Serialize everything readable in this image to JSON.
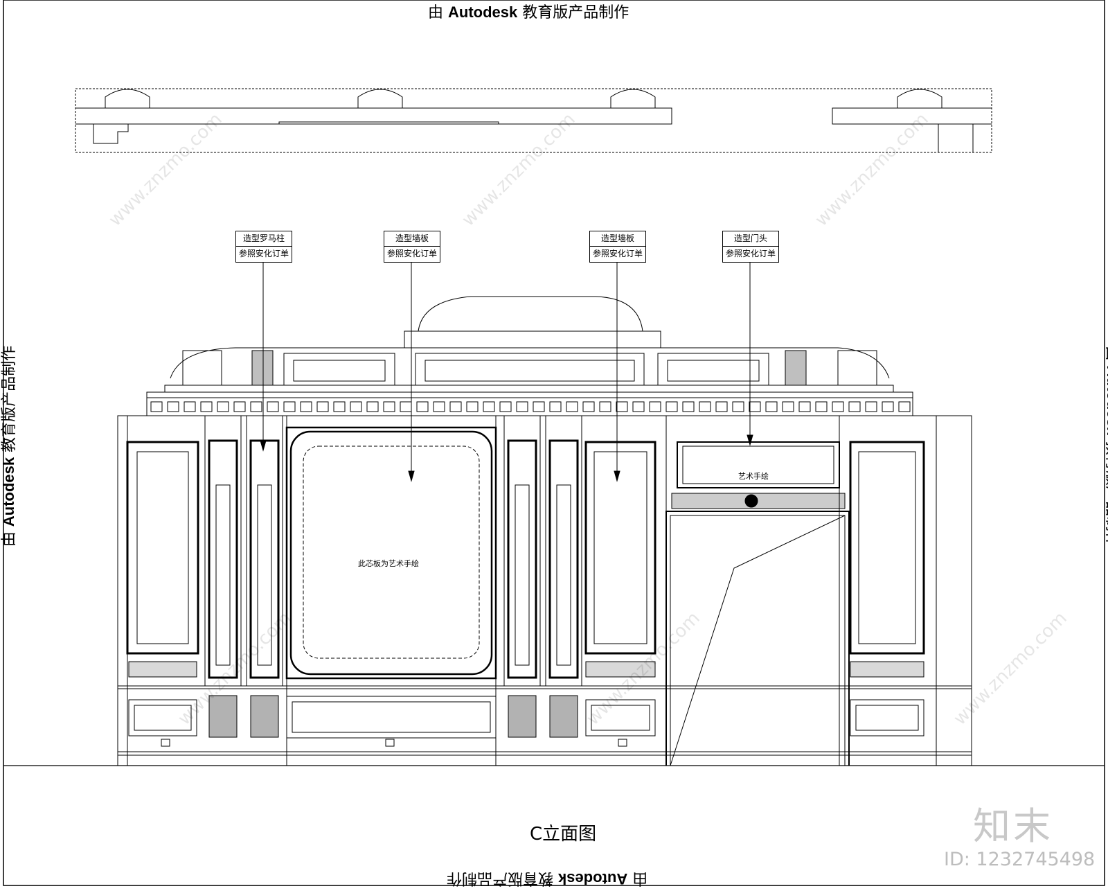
{
  "stamps": {
    "prefix": "由",
    "brand": "Autodesk",
    "suffix": "教育版产品制作"
  },
  "callouts": [
    {
      "line1": "造型罗马柱",
      "line2": "参照安化订单"
    },
    {
      "line1": "造型墙板",
      "line2": "参照安化订单"
    },
    {
      "line1": "造型墙板",
      "line2": "参照安化订单"
    },
    {
      "line1": "造型门头",
      "line2": "参照安化订单"
    }
  ],
  "notes": {
    "center_panel": "此芯板为艺术手绘",
    "door_head": "艺术手绘"
  },
  "drawing_title": "C立面图",
  "watermark": {
    "text": "www.znzmo.com",
    "logo": "知末",
    "image_id": "ID: 1232745498"
  }
}
